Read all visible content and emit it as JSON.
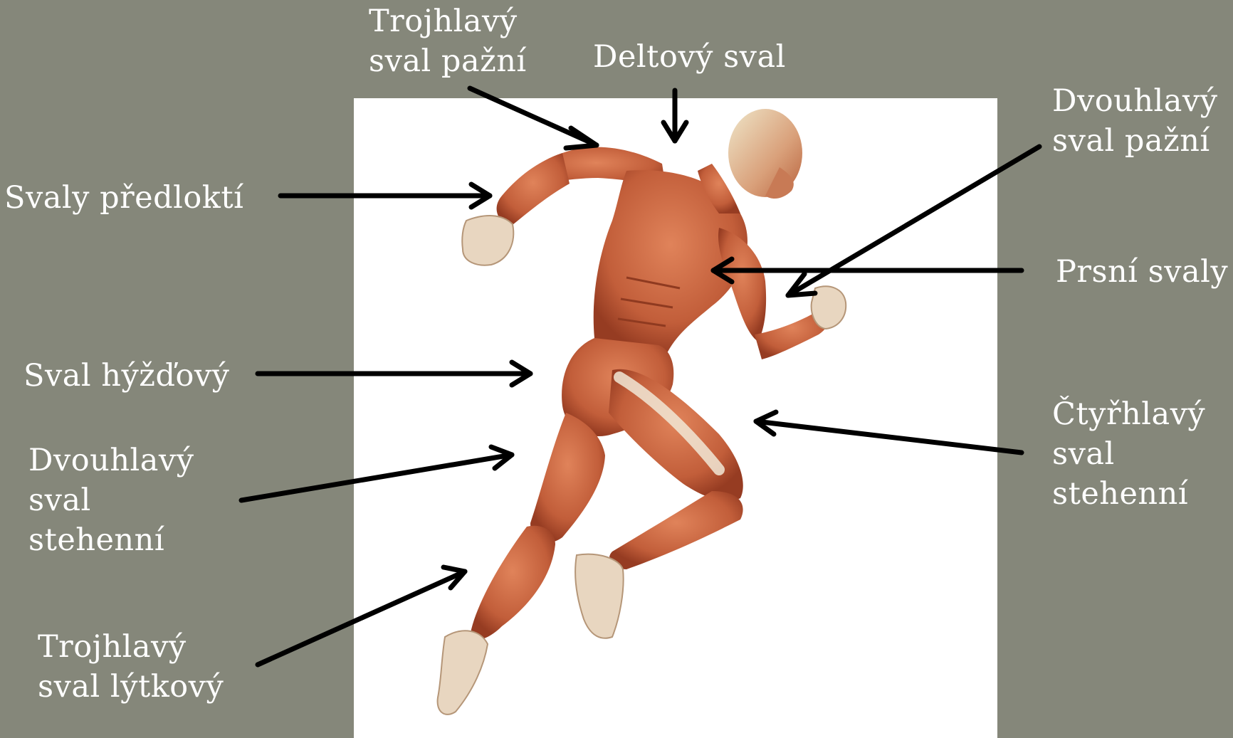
{
  "colors": {
    "background": "#85877a",
    "panel": "#ffffff",
    "label_text": "#ffffff",
    "arrow": "#000000",
    "muscle": "#c8643f",
    "muscle_dark": "#9c3f24",
    "tendon": "#efe2cf"
  },
  "labels": {
    "triceps_arm": "Trojhlavý\nsval pažní",
    "deltoid": "Deltový sval",
    "biceps_arm": "Dvouhlavý\nsval pažní",
    "forearm": "Svaly předloktí",
    "pectoral": "Prsní svaly",
    "gluteal": "Sval hýžďový",
    "quadriceps": "Čtyřhlavý\nsval\nstehenní",
    "biceps_femoris": "Dvouhlavý\nsval\nstehenní",
    "triceps_calf": "Trojhlavý\nsval lýtkový"
  },
  "figure": {
    "description_icon": "running-muscle-anatomy-figure"
  }
}
